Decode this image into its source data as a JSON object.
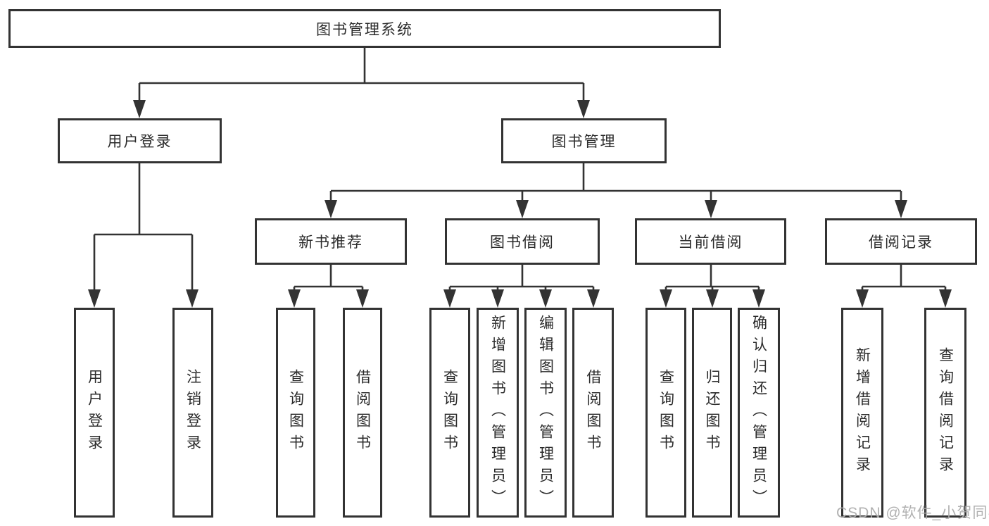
{
  "tree": {
    "root": {
      "label": "图书管理系统"
    },
    "children": [
      {
        "label": "用户登录",
        "children": [
          {
            "label": "用户登录"
          },
          {
            "label": "注销登录"
          }
        ]
      },
      {
        "label": "图书管理",
        "children": [
          {
            "label": "新书推荐",
            "children": [
              {
                "label": "查询图书"
              },
              {
                "label": "借阅图书"
              }
            ]
          },
          {
            "label": "图书借阅",
            "children": [
              {
                "label": "查询图书"
              },
              {
                "label": "新增图书（管理员）"
              },
              {
                "label": "编辑图书（管理员）"
              },
              {
                "label": "借阅图书"
              }
            ]
          },
          {
            "label": "当前借阅",
            "children": [
              {
                "label": "查询图书"
              },
              {
                "label": "归还图书"
              },
              {
                "label": "确认归还（管理员）"
              }
            ]
          },
          {
            "label": "借阅记录",
            "children": [
              {
                "label": "新增借阅记录"
              },
              {
                "label": "查询借阅记录"
              }
            ]
          }
        ]
      }
    ]
  },
  "watermark": {
    "text": "CSDN @软件_小贺同学"
  },
  "colors": {
    "line": "#333333",
    "border": "#333333",
    "text": "#2b2b2b",
    "background": "#ffffff",
    "watermark": "#ababab"
  }
}
